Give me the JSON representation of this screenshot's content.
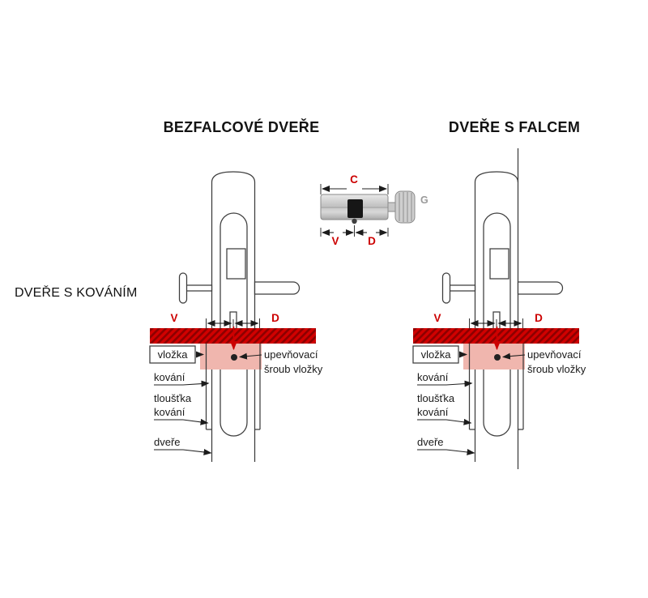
{
  "titles": {
    "left_diagram": "BEZFALCOVÉ DVEŘE",
    "right_diagram": "DVEŘE S FALCEM",
    "side_note": "DVEŘE S KOVÁNÍM"
  },
  "cylinder_inset": {
    "dim_c": "C",
    "dim_v": "V",
    "dim_d": "D",
    "knob_g": "G"
  },
  "diagram": {
    "dim_v": "V",
    "dim_d": "D",
    "vlozka": "vložka",
    "kovani": "kování",
    "tloustka_l1": "tloušťka",
    "tloustka_l2": "kování",
    "dvere": "dveře",
    "screw_l1": "upevňovací",
    "screw_l2": "šroub vložky"
  },
  "colors": {
    "accent_red": "#cc0000",
    "bar_red": "#d10000",
    "bar_hatch": "#8c0000",
    "cylinder_pink": "#f0b6ae",
    "metal_gray": "#c9c9c9",
    "outline": "#3c3c3c"
  }
}
